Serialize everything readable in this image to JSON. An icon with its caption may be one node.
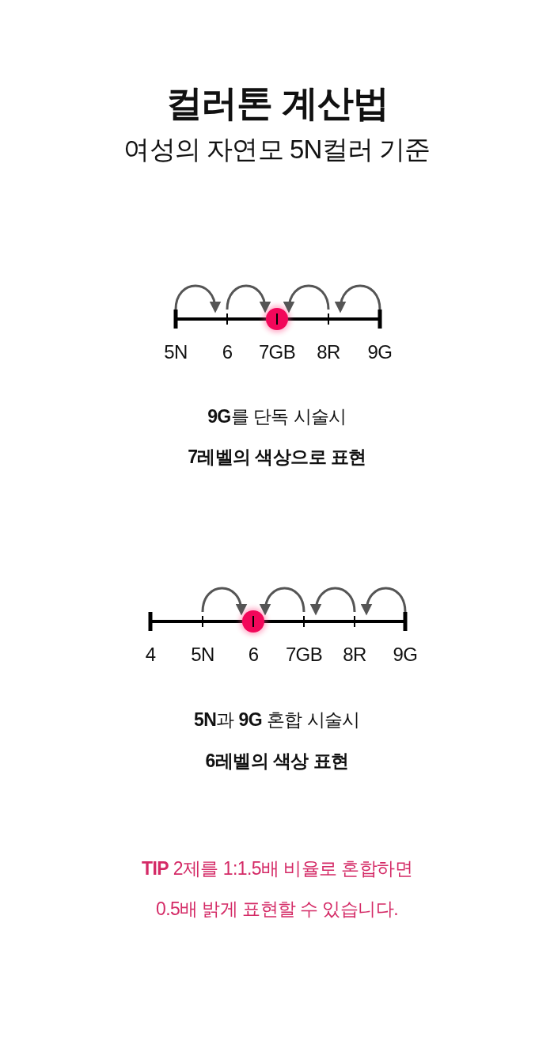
{
  "diagram": {
    "title": "컬러톤 계산법",
    "nodes": [
      {
        "text": [
          "5N"
        ]
      },
      {
        "text": [
          "6"
        ]
      },
      {
        "text": [
          "7GB"
        ]
      },
      {
        "text": [
          "8R"
        ]
      },
      {
        "text": [
          "9G"
        ]
      },
      {
        "text": [
          "4"
        ]
      },
      {
        "text": [
          "5N"
        ]
      },
      {
        "text": [
          "6"
        ]
      },
      {
        "text": [
          "7GB"
        ]
      },
      {
        "text": [
          "8R"
        ]
      },
      {
        "text": [
          "9G"
        ]
      }
    ],
    "edges": [
      {
        "from": 0,
        "to": 1,
        "arrow": "to"
      },
      {
        "from": 1,
        "to": 2,
        "arrow": "to"
      },
      {
        "from": 3,
        "to": 2,
        "arrow": "to"
      },
      {
        "from": 4,
        "to": 3,
        "arrow": "to"
      },
      {
        "from": 6,
        "to": 7,
        "arrow": "to"
      },
      {
        "from": 8,
        "to": 7,
        "arrow": "to"
      },
      {
        "from": 9,
        "to": 8,
        "arrow": "to"
      },
      {
        "from": 10,
        "to": 9,
        "arrow": "to"
      }
    ],
    "labels": [
      "여성의 자연모 5N컬러 기준",
      "**9G**를 단독 시술시",
      "7레벨의 색상으로 표현",
      "**5N**과 **9G** 혼합 시술시",
      "6레벨의 색상 표현",
      "**TIP** 2제를 1:1.5배 비율로 혼합하면",
      "0.5배 밝게 표현할 수 있습니다."
    ]
  }
}
